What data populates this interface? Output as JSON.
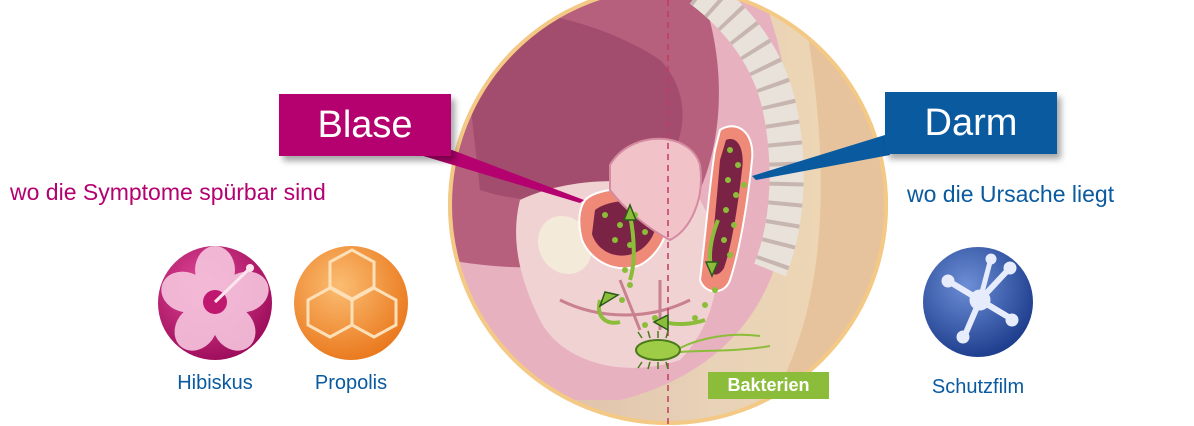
{
  "labels": {
    "blase": "Blase",
    "darm": "Darm",
    "blase_subtitle": "wo die Symptome spürbar sind",
    "darm_subtitle": "wo die Ursache liegt",
    "hibiskus": "Hibiskus",
    "propolis": "Propolis",
    "schutzfilm": "Schutzfilm",
    "bakterien": "Bakterien"
  },
  "colors": {
    "magenta": "#b5006f",
    "blue": "#0a5aa0",
    "green": "#8cbd3a",
    "hibiscus_circle": "#c0186f",
    "propolis_circle": "#f2922f",
    "schutzfilm_circle": "#2e4f9f",
    "circle_border": "#f5c98a"
  },
  "icons": {
    "hibiskus": "hibiscus-flower-icon",
    "propolis": "honeycomb-icon",
    "schutzfilm": "protective-film-icon",
    "bakterien": "bacterium-icon"
  }
}
